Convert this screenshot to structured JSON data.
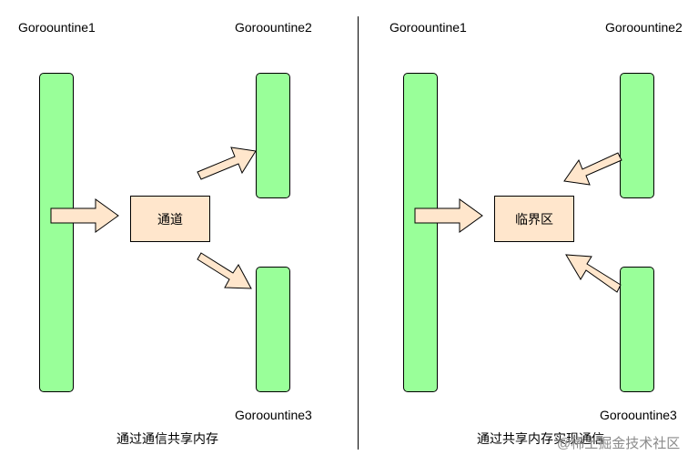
{
  "left": {
    "goroutine1": "Goroountine1",
    "goroutine2": "Goroountine2",
    "goroutine3": "Goroountine3",
    "box_label": "通道",
    "caption": "通过通信共享内存"
  },
  "right": {
    "goroutine1": "Goroountine1",
    "goroutine2": "Goroountine2",
    "goroutine3": "Goroountine3",
    "box_label": "临界区",
    "caption": "通过共享内存实现通信"
  },
  "watermark": "@稀土掘金技术社区",
  "colors": {
    "bar": "#99ff99",
    "box": "#ffe6cc",
    "arrow": "#ffe6cc",
    "line": "#000000"
  }
}
